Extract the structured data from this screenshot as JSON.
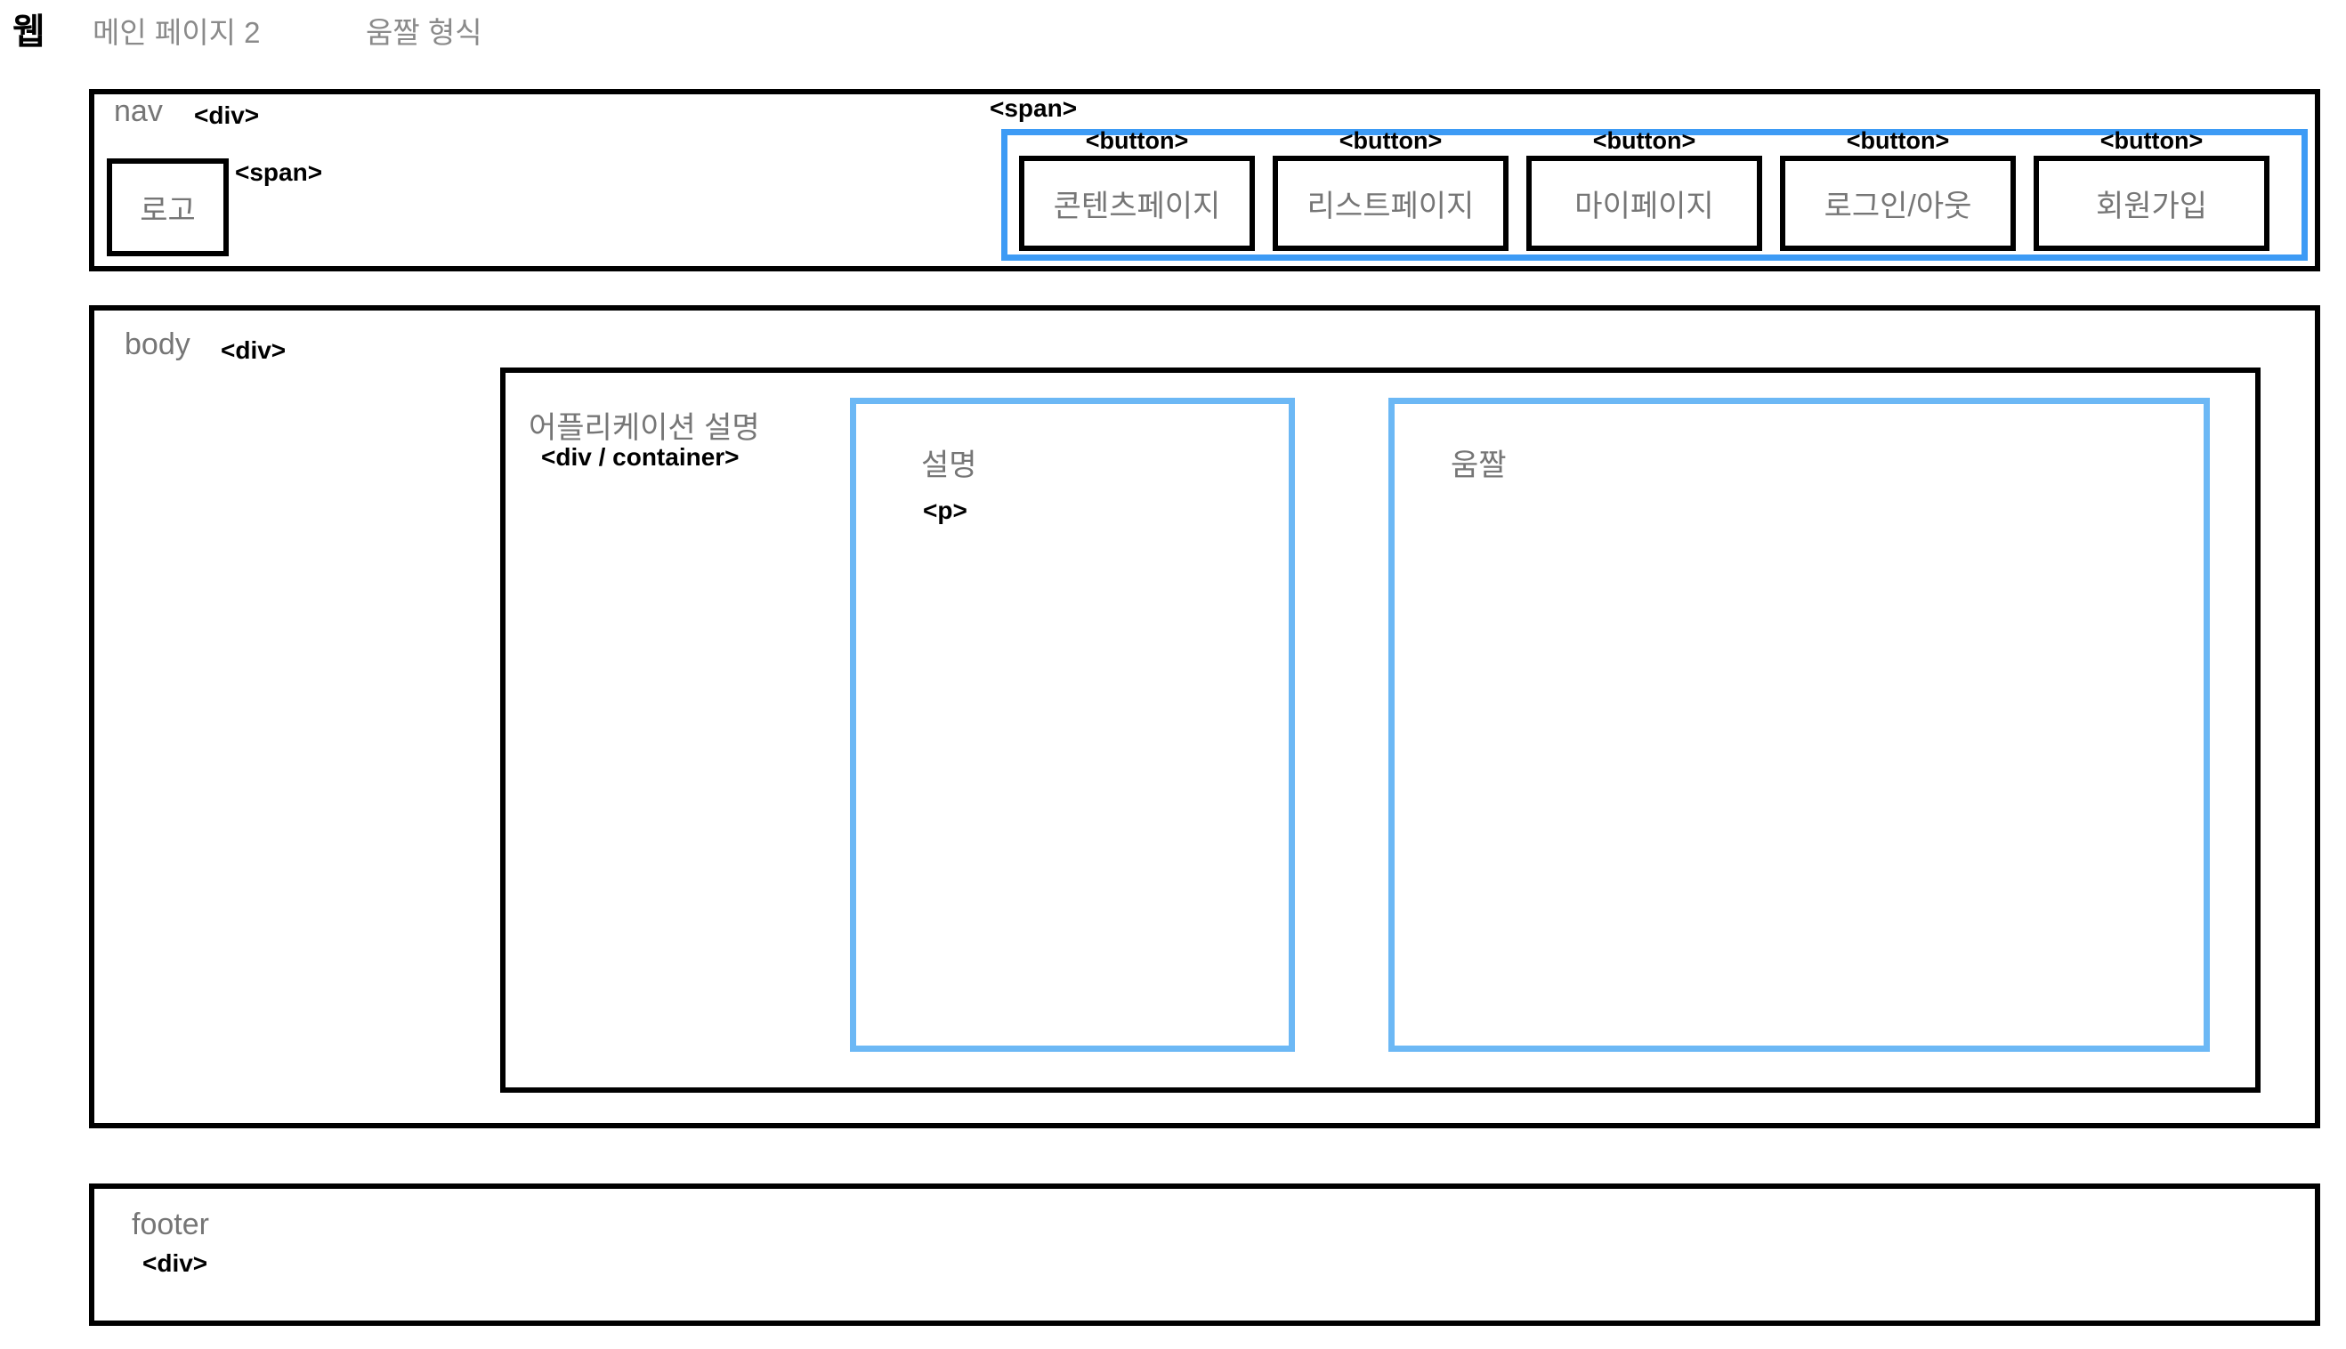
{
  "header": {
    "brand": "웹",
    "tabs": [
      {
        "label": "메인 페이지 2"
      },
      {
        "label": "움짤 형식"
      }
    ]
  },
  "nav": {
    "region_label": "nav",
    "region_tag": "<div>",
    "logo": {
      "label": "로고",
      "tag": "<span>"
    },
    "menu_group": {
      "tag": "<span>"
    },
    "buttons": [
      {
        "label": "콘텐츠페이지",
        "tag": "<button>"
      },
      {
        "label": "리스트페이지",
        "tag": "<button>"
      },
      {
        "label": "마이페이지",
        "tag": "<button>"
      },
      {
        "label": "로그인/아웃",
        "tag": "<button>"
      },
      {
        "label": "회원가입",
        "tag": "<button>"
      }
    ]
  },
  "body": {
    "region_label": "body",
    "region_tag": "<div>",
    "container": {
      "label": "어플리케이션 설명",
      "tag": "<div / container>"
    },
    "panels": [
      {
        "title": "설명",
        "tag": "<p>"
      },
      {
        "title": "움짤",
        "tag": ""
      }
    ]
  },
  "footer": {
    "region_label": "footer",
    "region_tag": "<div>"
  },
  "colors": {
    "frame_black": "#000000",
    "nav_accent_blue": "#3d9bf5",
    "panel_accent_blue": "#6cb8f5",
    "label_gray": "#767676",
    "header_gray": "#8a8a8a",
    "background": "#ffffff"
  }
}
